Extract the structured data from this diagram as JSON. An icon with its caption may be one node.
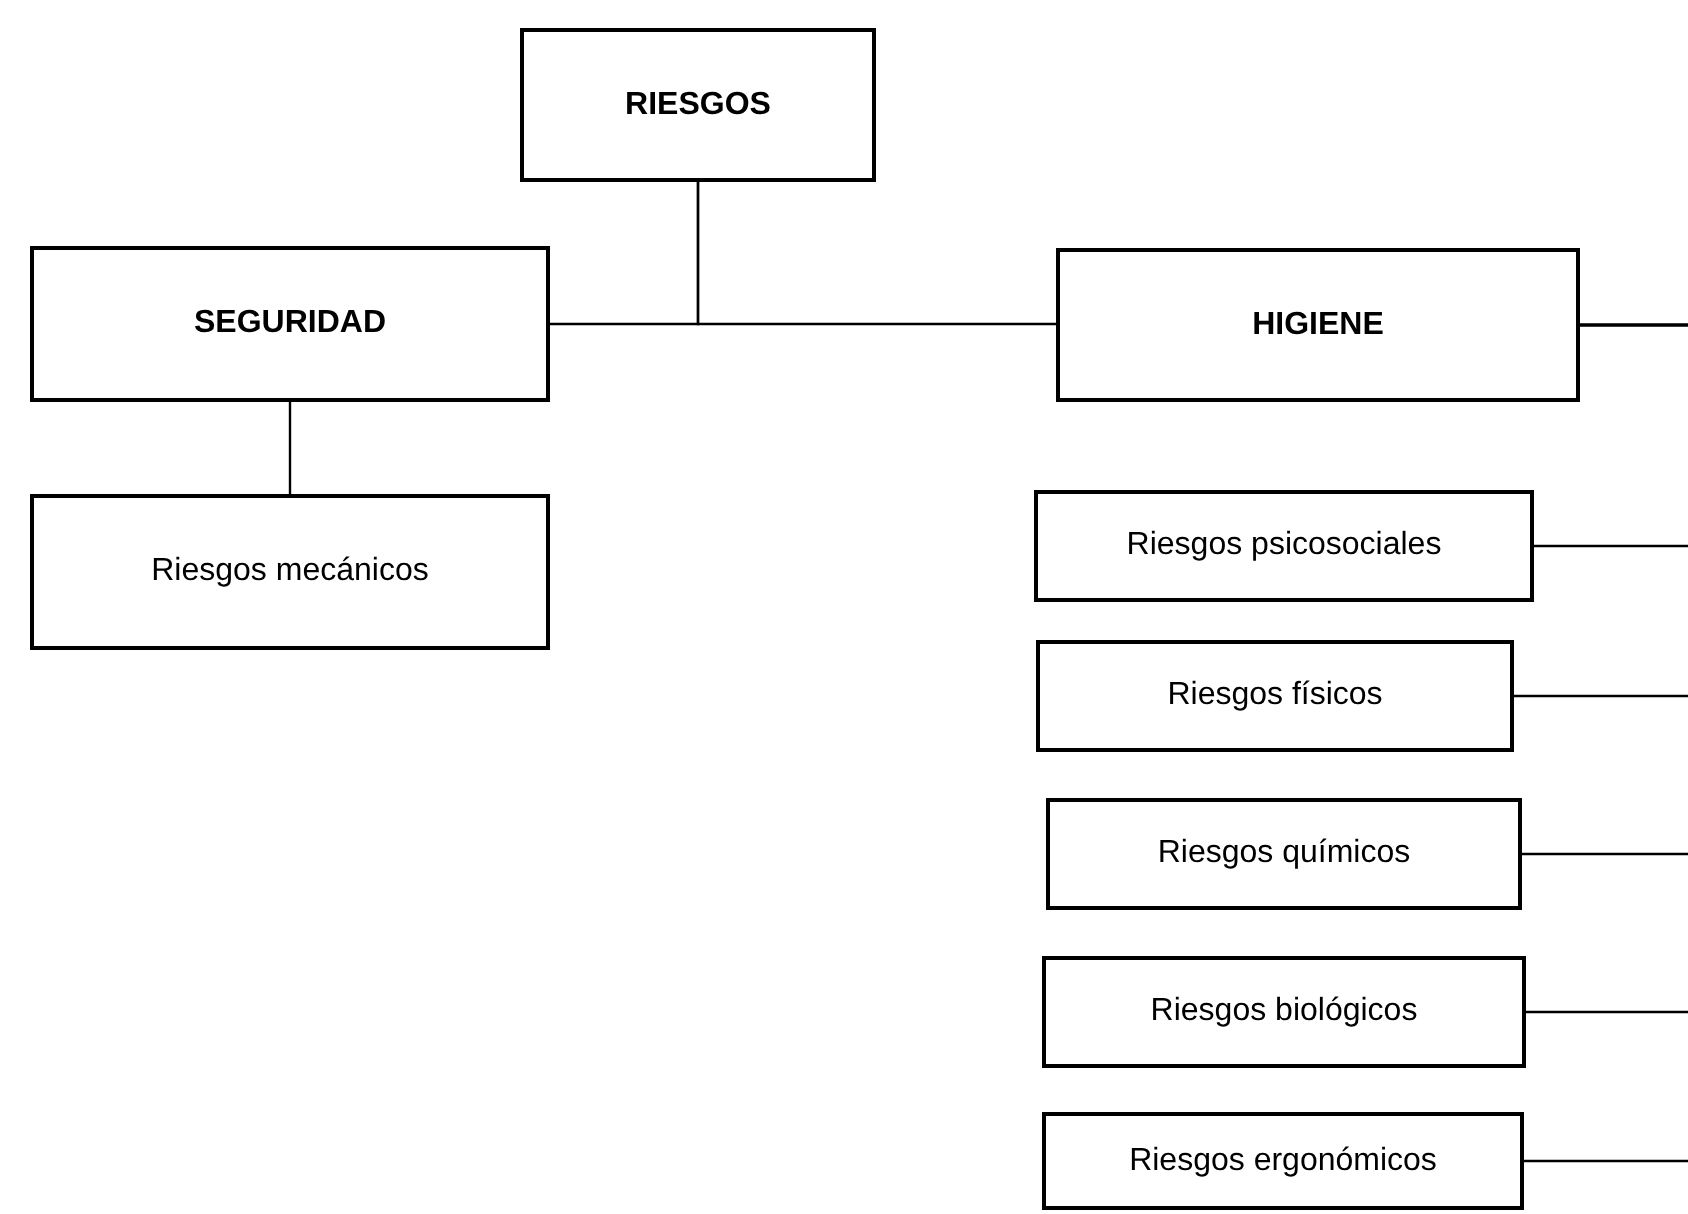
{
  "diagram": {
    "nodes": [
      {
        "text": [
          "RIESGOS"
        ]
      },
      {
        "text": [
          "SEGURIDAD"
        ]
      },
      {
        "text": [
          "HIGIENE"
        ]
      },
      {
        "text": [
          "Riesgos mecánicos"
        ]
      },
      {
        "text": [
          "Riesgos psicosociales"
        ]
      },
      {
        "text": [
          "Riesgos físicos"
        ]
      },
      {
        "text": [
          "Riesgos químicos"
        ]
      },
      {
        "text": [
          "Riesgos biológicos"
        ]
      },
      {
        "text": [
          "Riesgos ergonómicos"
        ]
      }
    ],
    "edges": [
      {
        "from": 0,
        "to": 1,
        "arrow": "none"
      },
      {
        "from": 0,
        "to": 2,
        "arrow": "none"
      },
      {
        "from": 1,
        "to": 3,
        "arrow": "none"
      },
      {
        "from": 2,
        "to": 4,
        "arrow": "none"
      },
      {
        "from": 2,
        "to": 5,
        "arrow": "none"
      },
      {
        "from": 2,
        "to": 6,
        "arrow": "none"
      },
      {
        "from": 2,
        "to": 7,
        "arrow": "none"
      },
      {
        "from": 2,
        "to": 8,
        "arrow": "none"
      }
    ]
  }
}
